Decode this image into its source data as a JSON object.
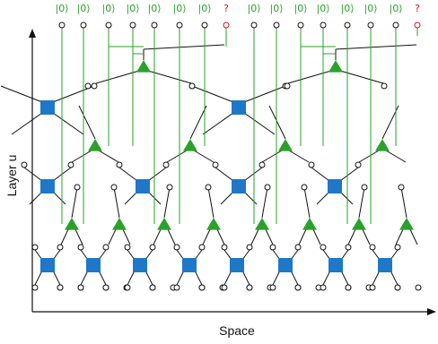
{
  "axes": {
    "x_label": "Space",
    "y_label": "Layer u"
  },
  "top_labels": {
    "ket": "|0⟩",
    "query": "?"
  },
  "colors": {
    "green": "#2aa22a",
    "blue": "#1f77c8",
    "red": "#e0102a",
    "black": "#111111"
  }
}
